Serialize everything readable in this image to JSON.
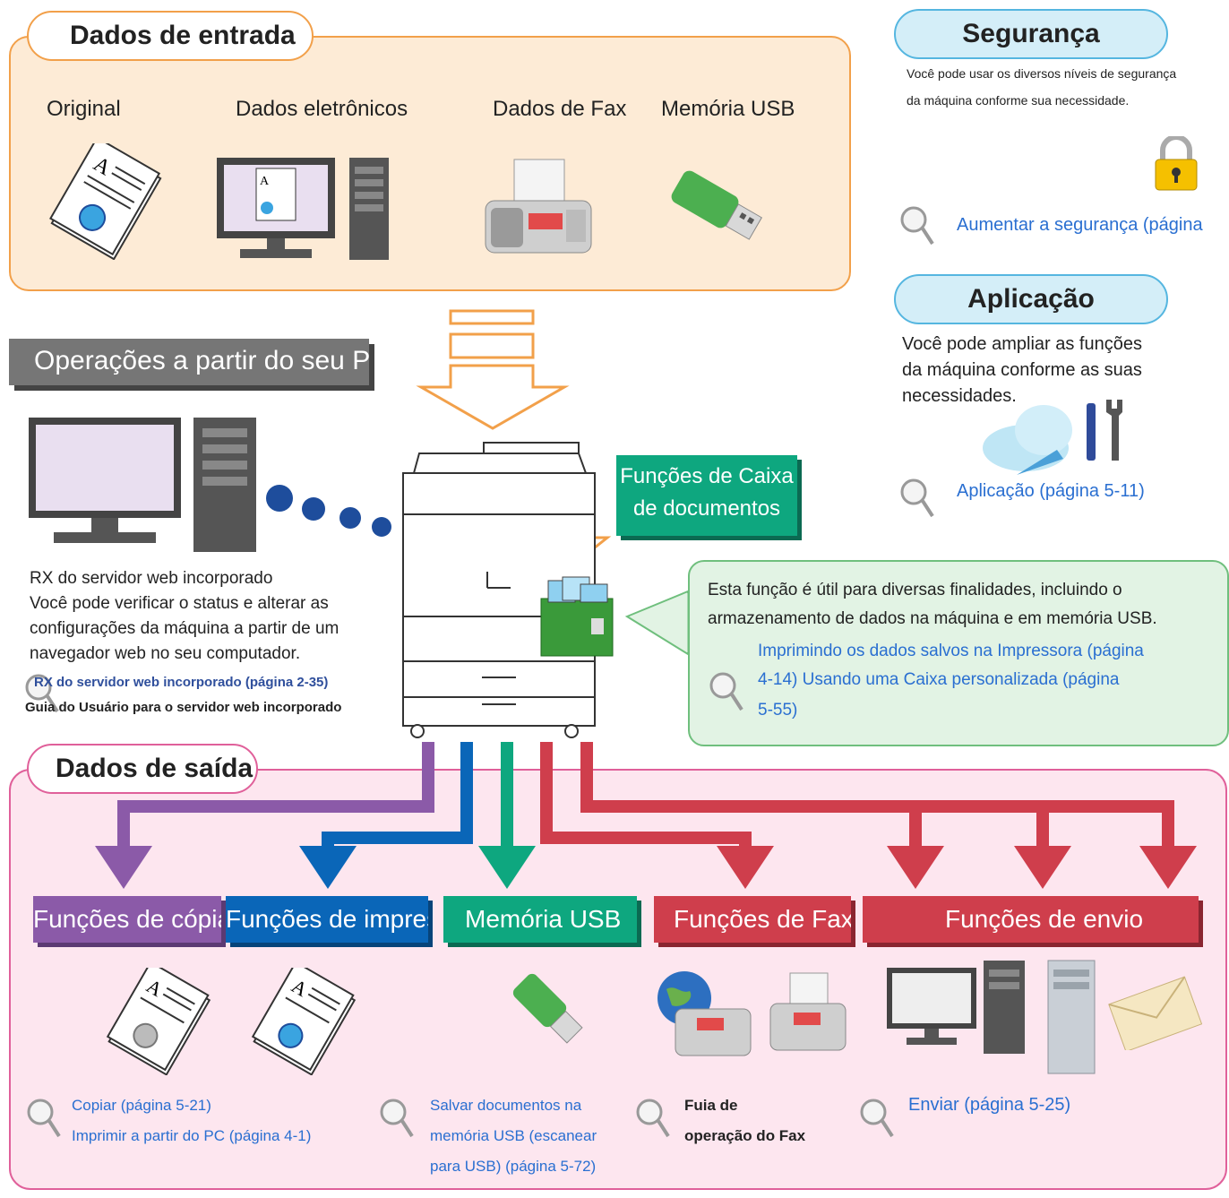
{
  "input_panel": {
    "title": "Dados de entrada",
    "items": [
      "Original",
      "Dados eletrônicos",
      "Dados de Fax",
      "Memória USB"
    ]
  },
  "security": {
    "title": "Segurança",
    "text_line1": "Você pode usar os diversos níveis de segurança",
    "text_line2": "da máquina conforme sua necessidade.",
    "link": "Aumentar a segurança (página"
  },
  "application": {
    "title": "Aplicação",
    "text_line1": "Você pode ampliar as funções",
    "text_line2": "da máquina conforme as suas",
    "text_line3": "necessidades.",
    "link": "Aplicação (página 5-11)"
  },
  "operations": {
    "title": "Operações a partir do seu PC",
    "lines": [
      "RX do servidor web incorporado",
      "Você pode verificar o status e alterar as",
      "configurações da máquina a partir de um",
      "navegador web no seu computador."
    ],
    "link": "RX do servidor web incorporado (página 2-35)",
    "guide": "Guia do Usuário para o servidor web incorporado"
  },
  "document_box": {
    "label_line1": "Funções de Caixa",
    "label_line2": "de documentos",
    "callout_line1": "Esta função é útil para diversas finalidades, incluindo o",
    "callout_line2": "armazenamento de dados na máquina e em memória USB.",
    "link_line1": "Imprimindo os dados salvos na Impressora (página",
    "link_line2": "4-14) Usando uma Caixa personalizada (página",
    "link_line3": "5-55)"
  },
  "output_panel": {
    "title": "Dados de saída",
    "functions": [
      "Funções de cópia",
      "Funções de impressora",
      "Memória USB",
      "Funções de Fax",
      "Funções de envio"
    ]
  },
  "links": {
    "copy": "Copiar (página 5-21)",
    "print": "Imprimir a partir do PC (página 4-1)",
    "usb_line1": "Salvar documentos na",
    "usb_line2": "memória USB (escanear",
    "usb_line3": "para USB) (página 5-72)",
    "fax_line1": "Fuia de",
    "fax_line2": "operação do Fax",
    "send": "Enviar (página 5-25)"
  },
  "colors": {
    "copy": "#8b5aa8",
    "print": "#0a66b8",
    "usb": "#0ea77f",
    "fax": "#cf3e4c",
    "send": "#cf3e4c",
    "input_border": "#f2a04a",
    "output_border": "#e0609a"
  }
}
